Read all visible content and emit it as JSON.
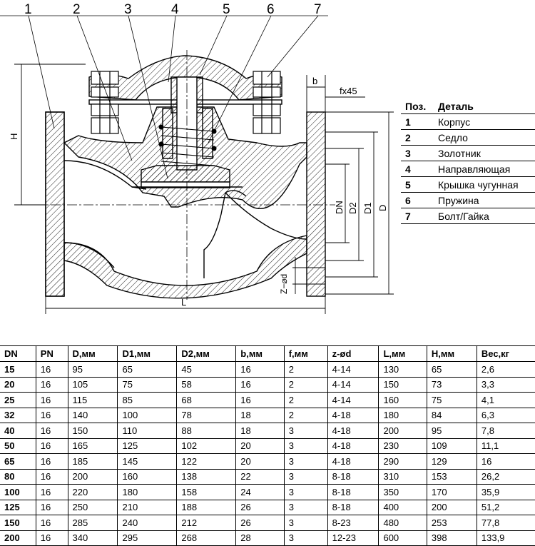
{
  "drawing": {
    "callouts": [
      "1",
      "2",
      "3",
      "4",
      "5",
      "6",
      "7"
    ],
    "dimensions": {
      "H": "H",
      "b": "b",
      "f": "fx45",
      "DN": "DN",
      "D2": "D2",
      "D1": "D1",
      "D": "D",
      "L": "L",
      "zd": "Z−⌀d"
    }
  },
  "legend": {
    "header": {
      "pos": "Поз.",
      "part": "Деталь"
    },
    "items": [
      {
        "pos": "1",
        "part": "Корпус"
      },
      {
        "pos": "2",
        "part": "Седло"
      },
      {
        "pos": "3",
        "part": "Золотник"
      },
      {
        "pos": "4",
        "part": "Направляющая"
      },
      {
        "pos": "5",
        "part": "Крышка чугунная"
      },
      {
        "pos": "6",
        "part": "Пружина"
      },
      {
        "pos": "7",
        "part": "Болт/Гайка"
      }
    ]
  },
  "table": {
    "headers": [
      "DN",
      "PN",
      "D,мм",
      "D1,мм",
      "D2,мм",
      "b,мм",
      "f,мм",
      "z-ød",
      "L,мм",
      "H,мм",
      "Вес,кг"
    ],
    "rows": [
      [
        "15",
        "16",
        "95",
        "65",
        "45",
        "16",
        "2",
        "4-14",
        "130",
        "65",
        "2,6"
      ],
      [
        "20",
        "16",
        "105",
        "75",
        "58",
        "16",
        "2",
        "4-14",
        "150",
        "73",
        "3,3"
      ],
      [
        "25",
        "16",
        "115",
        "85",
        "68",
        "16",
        "2",
        "4-14",
        "160",
        "75",
        "4,1"
      ],
      [
        "32",
        "16",
        "140",
        "100",
        "78",
        "18",
        "2",
        "4-18",
        "180",
        "84",
        "6,3"
      ],
      [
        "40",
        "16",
        "150",
        "110",
        "88",
        "18",
        "3",
        "4-18",
        "200",
        "95",
        "7,8"
      ],
      [
        "50",
        "16",
        "165",
        "125",
        "102",
        "20",
        "3",
        "4-18",
        "230",
        "109",
        "11,1"
      ],
      [
        "65",
        "16",
        "185",
        "145",
        "122",
        "20",
        "3",
        "4-18",
        "290",
        "129",
        "16"
      ],
      [
        "80",
        "16",
        "200",
        "160",
        "138",
        "22",
        "3",
        "8-18",
        "310",
        "153",
        "26,2"
      ],
      [
        "100",
        "16",
        "220",
        "180",
        "158",
        "24",
        "3",
        "8-18",
        "350",
        "170",
        "35,9"
      ],
      [
        "125",
        "16",
        "250",
        "210",
        "188",
        "26",
        "3",
        "8-18",
        "400",
        "200",
        "51,2"
      ],
      [
        "150",
        "16",
        "285",
        "240",
        "212",
        "26",
        "3",
        "8-23",
        "480",
        "253",
        "77,8"
      ],
      [
        "200",
        "16",
        "340",
        "295",
        "268",
        "28",
        "3",
        "12-23",
        "600",
        "398",
        "133,9"
      ]
    ]
  }
}
